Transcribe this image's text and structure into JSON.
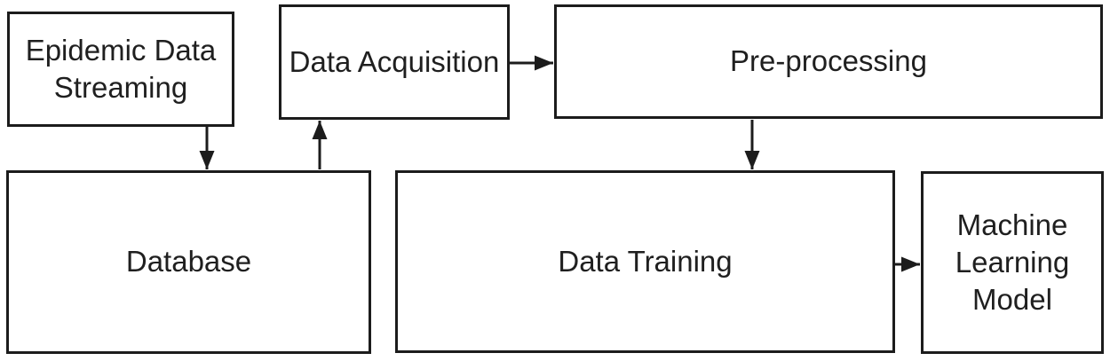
{
  "diagram": {
    "type": "flowchart",
    "nodes": {
      "epidemic_data_streaming": {
        "label": "Epidemic Data Streaming"
      },
      "data_acquisition": {
        "label": "Data Acquisition"
      },
      "pre_processing": {
        "label": "Pre-processing"
      },
      "database": {
        "label": "Database"
      },
      "data_training": {
        "label": "Data Training"
      },
      "machine_learning_model": {
        "label": "Machine Learning Model"
      }
    },
    "edges": [
      {
        "from": "Epidemic Data Streaming",
        "to": "Database",
        "direction": "down"
      },
      {
        "from": "Database",
        "to": "Data Acquisition",
        "direction": "up"
      },
      {
        "from": "Data Acquisition",
        "to": "Pre-processing",
        "direction": "right"
      },
      {
        "from": "Pre-processing",
        "to": "Data Training",
        "direction": "down"
      },
      {
        "from": "Data Training",
        "to": "Machine Learning Model",
        "direction": "right"
      }
    ],
    "colors": {
      "line": "#1c1c1c",
      "text": "#1f1f1f",
      "background": "#ffffff"
    }
  }
}
